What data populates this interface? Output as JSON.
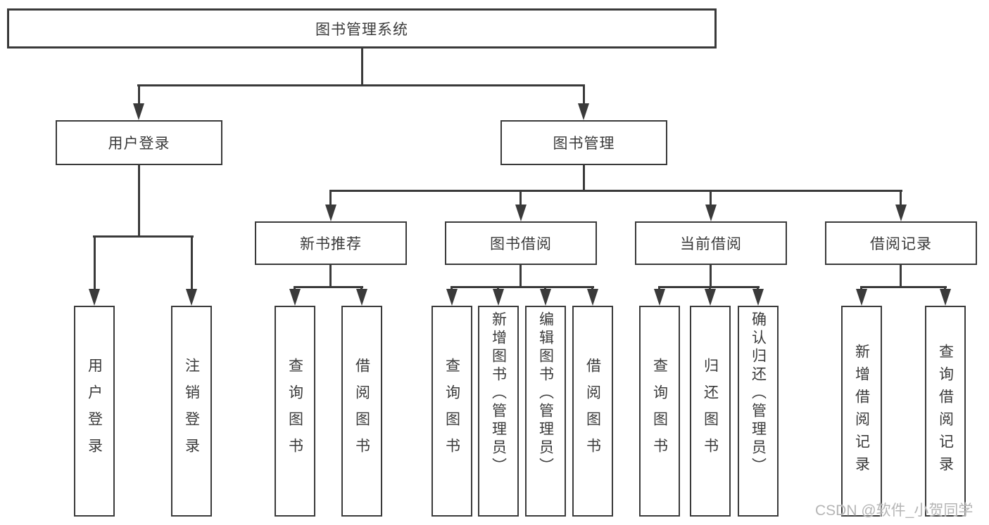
{
  "diagram_title": "图书管理系统",
  "nodes": {
    "root": "图书管理系统",
    "level2": [
      "用户登录",
      "图书管理"
    ],
    "level3": [
      "新书推荐",
      "图书借阅",
      "当前借阅",
      "借阅记录"
    ],
    "leaves_user_login": [
      "用户登录",
      "注销登录"
    ],
    "leaves_new_book": [
      "查询图书",
      "借阅图书"
    ],
    "leaves_book_borrow": [
      "查询图书",
      "新增图书（管理员）",
      "编辑图书（管理员）",
      "借阅图书"
    ],
    "leaves_current_borrow": [
      "查询图书",
      "归还图书",
      "确认归还（管理员）"
    ],
    "leaves_borrow_records": [
      "新增借阅记录",
      "查询借阅记录"
    ]
  },
  "watermark": "CSDN @软件_小贺同学",
  "colors": {
    "line": "#3a3a3a",
    "box_border": "#3a3a3a",
    "text": "#3a3a3a",
    "background": "#ffffff",
    "watermark": "#b5b5b5"
  }
}
